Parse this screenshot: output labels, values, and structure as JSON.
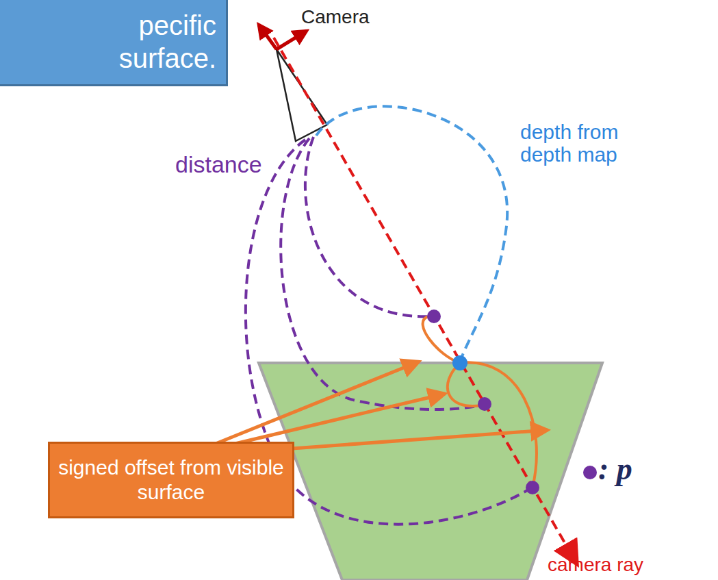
{
  "diagram": {
    "nodes": [
      {
        "text": [
          "pecific surface."
        ]
      },
      {
        "text": [
          "signed offset from visible surface"
        ]
      }
    ],
    "labels": [
      "Camera",
      "depth from depth map",
      "distance",
      ": p",
      "camera ray"
    ]
  }
}
